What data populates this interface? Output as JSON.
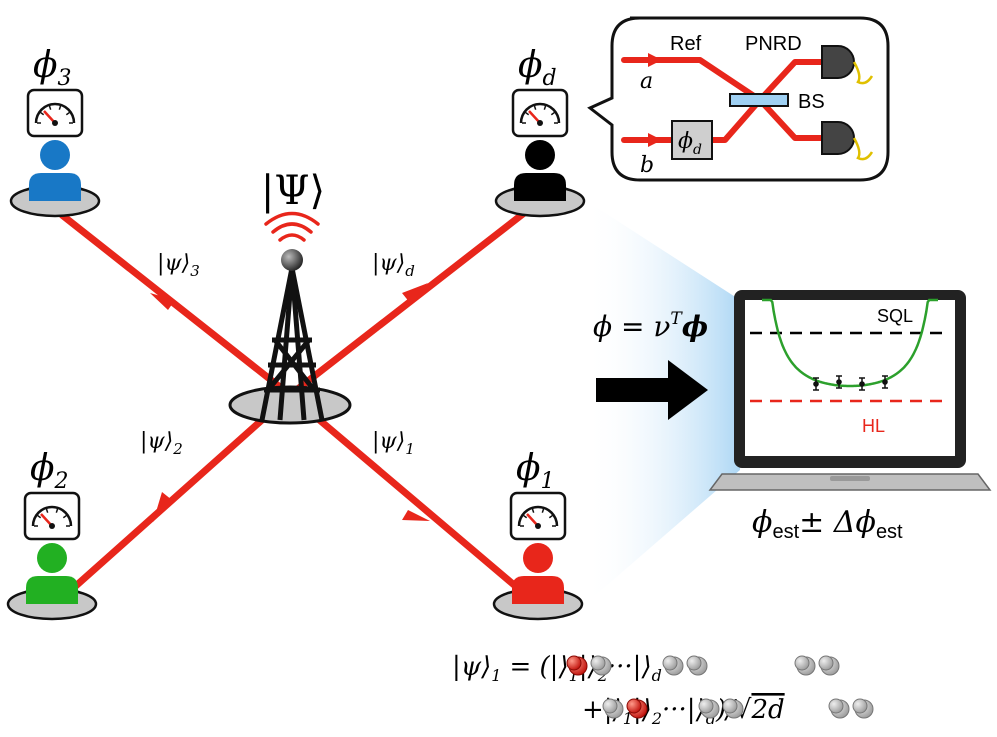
{
  "source": {
    "symbol": "|Ψ⟩",
    "icon": "broadcast-tower-icon"
  },
  "nodes": [
    {
      "id": "3",
      "phase_base": "ϕ",
      "phase_sub": "3",
      "color": "#1878c6",
      "state_base": "|ψ⟩",
      "state_sub": "3",
      "icon": "gauge-icon"
    },
    {
      "id": "d",
      "phase_base": "ϕ",
      "phase_sub": "d",
      "color": "#000000",
      "state_base": "|ψ⟩",
      "state_sub": "d",
      "icon": "gauge-icon"
    },
    {
      "id": "2",
      "phase_base": "ϕ",
      "phase_sub": "2",
      "color": "#22b022",
      "state_base": "|ψ⟩",
      "state_sub": "2",
      "icon": "gauge-icon"
    },
    {
      "id": "1",
      "phase_base": "ϕ",
      "phase_sub": "1",
      "color": "#e8261b",
      "state_base": "|ψ⟩",
      "state_sub": "1",
      "icon": "gauge-icon"
    }
  ],
  "inset": {
    "ref_label": "Ref",
    "pnrd_label": "PNRD",
    "bs_label": "BS",
    "port_a": "a",
    "port_b": "b",
    "phase_base": "ϕ",
    "phase_sub": "d"
  },
  "estimator": {
    "formula_lhs": "ϕ = ν",
    "formula_sup": "T",
    "formula_vec": "ϕ",
    "output_base": "ϕ",
    "output_sub": "est",
    "output_pm": "± Δϕ",
    "output_sub2": "est"
  },
  "plot": {
    "sql_label": "SQL",
    "hl_label": "HL",
    "sql_color": "#000000",
    "hl_color": "#e8261b",
    "curve_color": "#2ca02c",
    "point_count": 4
  },
  "equation": {
    "line1_prefix": "|ψ⟩",
    "line1_prefix_sub": "1",
    "line1_eq": "= (|",
    "k1": "⟩",
    "k1_sub": "1",
    "k2_open": "|",
    "k2": "⟩",
    "k2_sub": "2",
    "dots": "···|",
    "k3": "⟩",
    "k3_sub": "d",
    "line2_plus": "+|",
    "l2_k1": "⟩",
    "l2_k1_sub": "1",
    "l2_k2_open": "|",
    "l2_k2": "⟩",
    "l2_k2_sub": "2",
    "l2_dots": "···|",
    "l2_k3": "⟩",
    "l2_k3_sub": "d",
    "l2_close": ")/√",
    "l2_root": "2d",
    "photon_color": "#e01e14",
    "vacuum_color": "#b8b8b8"
  }
}
